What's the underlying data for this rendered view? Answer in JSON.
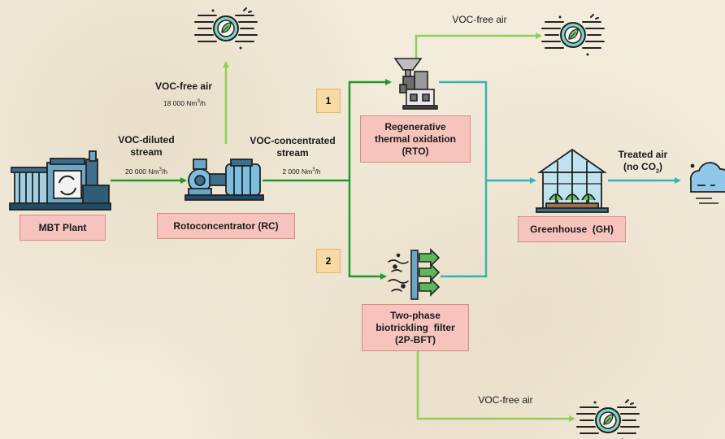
{
  "nodes": {
    "mbt": "MBT Plant",
    "rc": "Rotoconcentrator (RC)",
    "rto": [
      "Regenerative",
      "thermal oxidation",
      "(RTO)"
    ],
    "gh": "Greenhouse  (GH)",
    "bft": [
      "Two-phase",
      "biotrickling  filter",
      "(2P-BFT)"
    ]
  },
  "streams": {
    "diluted": [
      "VOC-diluted",
      "stream"
    ],
    "diluted_flow": "20 000 Nm",
    "concentrated": [
      "VOC-concentrated",
      "stream"
    ],
    "concentrated_flow": "2 000 Nm",
    "flow_unit_sup": "3",
    "flow_unit_tail": "/h",
    "voc_free_rc": "VOC-free air",
    "voc_free_rc_flow": "18 000 Nm",
    "voc_free_rto": "VOC-free air",
    "voc_free_bft": "VOC-free air",
    "treated_1": "Treated air",
    "treated_2_pre": "(no CO",
    "treated_2_sub": "2",
    "treated_2_post": ")"
  },
  "routes": [
    "1",
    "2"
  ],
  "colors": {
    "dark_green": "#1f9a2c",
    "light_green": "#8fcf57",
    "teal": "#33b5b5",
    "box_fill": "#f6c4bd",
    "num_fill": "#f6d9a3"
  },
  "icons": [
    "clean-air-icon",
    "mbt-plant-icon",
    "rotoconcentrator-icon",
    "rto-reactor-icon",
    "biotrickling-filter-icon",
    "greenhouse-icon",
    "cloud-icon"
  ]
}
